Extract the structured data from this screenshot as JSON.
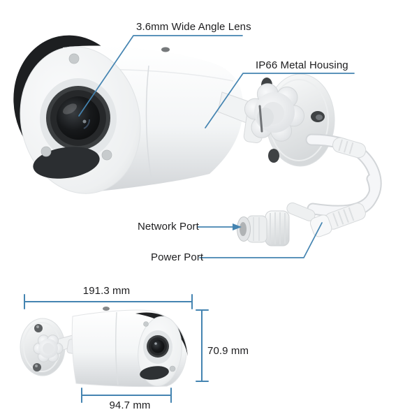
{
  "figure": {
    "background_color": "#ffffff",
    "accent_color": "#4484b1",
    "text_color": "#1d1d1f"
  },
  "annotations": {
    "lens": {
      "label": "3.6mm Wide Angle Lens"
    },
    "housing": {
      "label": "IP66 Metal Housing"
    },
    "network": {
      "label": "Network Port"
    },
    "power": {
      "label": "Power Port"
    }
  },
  "dimensions": {
    "length": {
      "value": "191.3 mm"
    },
    "height": {
      "value": "70.9 mm"
    },
    "front": {
      "value": "94.7 mm"
    }
  }
}
